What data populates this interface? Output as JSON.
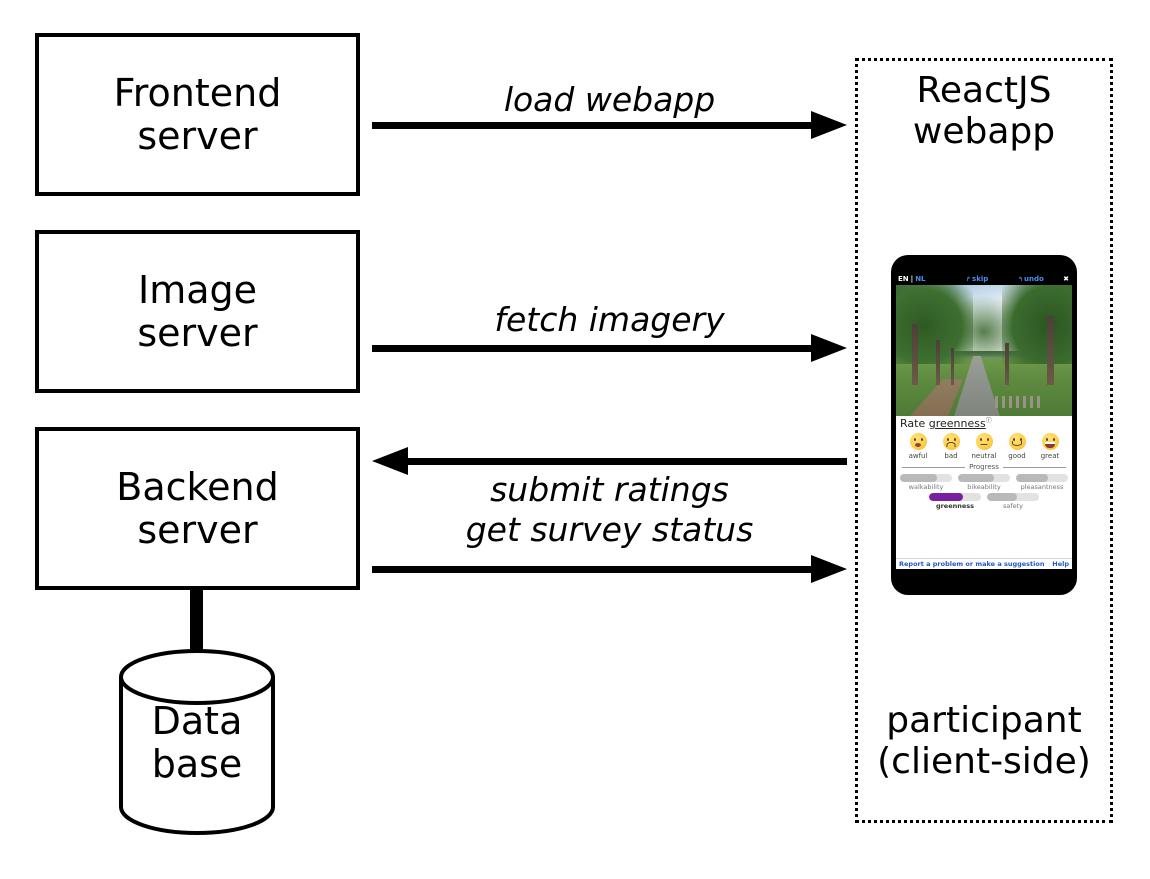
{
  "diagram": {
    "nodes": [
      {
        "id": "frontend",
        "lines": [
          "Frontend",
          "server"
        ]
      },
      {
        "id": "image",
        "lines": [
          "Image",
          "server"
        ]
      },
      {
        "id": "backend",
        "lines": [
          "Backend",
          "server"
        ]
      },
      {
        "id": "database",
        "lines": [
          "Data",
          "base"
        ]
      }
    ],
    "flows": [
      {
        "id": "load",
        "label": "load webapp",
        "direction": "right"
      },
      {
        "id": "fetch",
        "label": "fetch imagery",
        "direction": "right"
      },
      {
        "id": "submit",
        "label": "submit ratings",
        "direction": "left"
      },
      {
        "id": "status",
        "label": "get survey status",
        "direction": "right"
      }
    ],
    "client": {
      "title_lines": [
        "ReactJS",
        "webapp"
      ],
      "caption_lines": [
        "participant",
        "(client-side)"
      ]
    }
  },
  "phone_app": {
    "topbar": {
      "lang_active": "EN",
      "lang_separator": "|",
      "lang_other": "NL",
      "skip_icon": "↱",
      "skip_label": "skip",
      "undo_icon": "↰",
      "undo_label": "undo",
      "close_icon": "✖"
    },
    "photo_alt": "tree-lined park path street view",
    "rating": {
      "prompt_prefix": "Rate ",
      "prompt_term": "greenness",
      "info_mark": "ⓘ",
      "options": [
        {
          "key": "awful",
          "label": "awful"
        },
        {
          "key": "bad",
          "label": "bad"
        },
        {
          "key": "neutral",
          "label": "neutral"
        },
        {
          "key": "good",
          "label": "good"
        },
        {
          "key": "great",
          "label": "great"
        }
      ]
    },
    "progress": {
      "caption": "Progress",
      "row1": [
        {
          "label": "walkability",
          "percent": 72,
          "active": false
        },
        {
          "label": "bikeability",
          "percent": 70,
          "active": false
        },
        {
          "label": "pleasantness",
          "percent": 62,
          "active": false
        }
      ],
      "row2": [
        {
          "label": "greenness",
          "percent": 66,
          "active": true
        },
        {
          "label": "safety",
          "percent": 58,
          "active": false
        }
      ]
    },
    "footer": {
      "report_link": "Report a problem or make a suggestion",
      "help_link": "Help"
    }
  },
  "colors": {
    "stroke": "#000000",
    "progress_active": "#7b1fa2",
    "progress_filled": "#b9b9b9",
    "progress_track": "#e2e2e2",
    "link": "#2255cc",
    "topbar_link": "#4c8cf5"
  }
}
